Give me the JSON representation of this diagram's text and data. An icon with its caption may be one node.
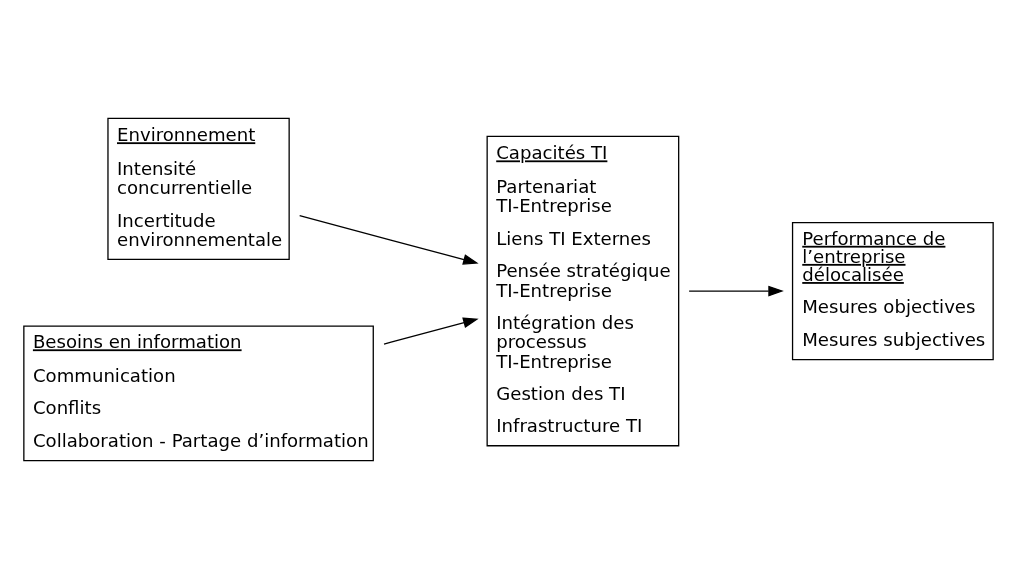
{
  "diagram": {
    "nodes": [
      {
        "text": [
          "Environnement",
          "Intensité concurrentielle",
          "Incertitude environnementale"
        ]
      },
      {
        "text": [
          "Besoins en information",
          "Communication",
          "Conflits",
          "Collaboration - Partage d’information"
        ]
      },
      {
        "text": [
          "Capacités TI",
          "Partenariat TI-Entreprise",
          "Liens TI Externes",
          "Pensée stratégique TI-Entreprise",
          "Intégration des processus TI-Entreprise",
          "Gestion des TI",
          "Infrastructure TI"
        ]
      },
      {
        "text": [
          "Performance de l’entreprise délocalisée",
          "Mesures objectives",
          "Mesures subjectives"
        ]
      }
    ],
    "edges": [
      {
        "from": 0,
        "to": 2,
        "arrow": "to"
      },
      {
        "from": 1,
        "to": 2,
        "arrow": "to"
      },
      {
        "from": 2,
        "to": 3,
        "arrow": "to"
      }
    ]
  }
}
